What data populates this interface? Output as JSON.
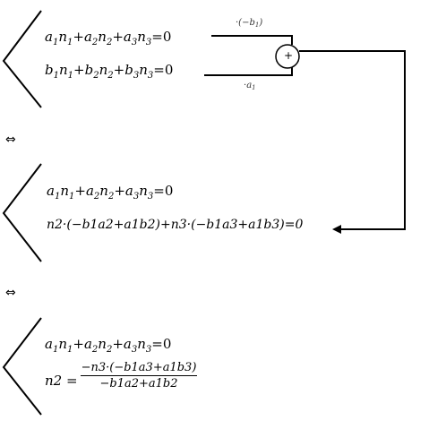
{
  "system1": {
    "eq1": {
      "a1": "a",
      "i1": "1",
      "n1": "n",
      "j1": "1",
      "a2": "a",
      "i2": "2",
      "n2": "n",
      "j2": "2",
      "a3": "a",
      "i3": "3",
      "n3": "n",
      "j3": "3",
      "rhs": "0"
    },
    "eq2": {
      "a1": "b",
      "i1": "1",
      "n1": "n",
      "j1": "1",
      "a2": "b",
      "i2": "2",
      "n2": "n",
      "j2": "2",
      "a3": "b",
      "i3": "3",
      "n3": "n",
      "j3": "3",
      "rhs": "0"
    },
    "factor_top": {
      "pre": "·(−",
      "var": "b",
      "idx": "1",
      "post": ")"
    },
    "factor_bottom": {
      "pre": "·",
      "var": "a",
      "idx": "1"
    },
    "plus_symbol": "+"
  },
  "equivalence_symbol": "⇔",
  "system2": {
    "eq1": {
      "a1": "a",
      "i1": "1",
      "n1": "n",
      "j1": "1",
      "a2": "a",
      "i2": "2",
      "n2": "n",
      "j2": "2",
      "a3": "a",
      "i3": "3",
      "n3": "n",
      "j3": "3",
      "rhs": "0"
    },
    "eq2_text": "n2·(−b1a2+a1b2)+n3·(−b1a3+a1b3)=0"
  },
  "system3": {
    "eq1": {
      "a1": "a",
      "i1": "1",
      "n1": "n",
      "j1": "1",
      "a2": "a",
      "i2": "2",
      "n2": "n",
      "j2": "2",
      "a3": "a",
      "i3": "3",
      "n3": "n",
      "j3": "3",
      "rhs": "0"
    },
    "lhs": "n2 =",
    "numerator": "−n3·(−b1a3+a1b3)",
    "denominator": "−b1a2+a1b2"
  }
}
